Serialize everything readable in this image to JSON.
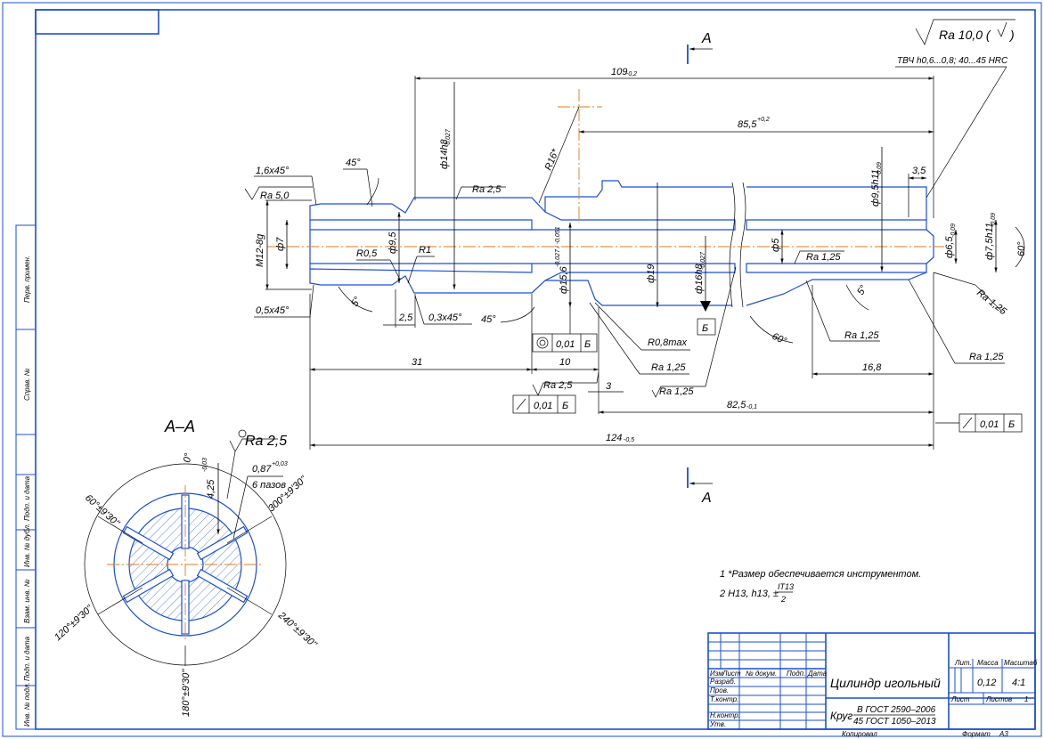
{
  "roughness": {
    "general": "Ra 10,0 (",
    "general_tail": ")"
  },
  "section_markers": {
    "top": "А",
    "bottom": "А",
    "section_title": "А–А"
  },
  "heat_treatment": "ТВЧ h0,6...0,8; 40...45 HRC",
  "dims": {
    "total_109": "109",
    "total_109_tol": "-0,2",
    "d855": "85,5",
    "d855_tol": "+0,2",
    "chamfer_16": "1,6х45°",
    "angle_45_top": "45°",
    "ra50": "Ra 5,0",
    "ra25_top": "Ra 2,5",
    "phi14": "ф14h8",
    "phi14_tol": "-0,027",
    "r16": "R16*",
    "phi95h11": "ф9,5h11",
    "phi95h11_tol": "-0,09",
    "d35": "3,5",
    "m12": "M12-8g",
    "phi7": "ф7",
    "phi95": "ф9,5",
    "r05": "R0,5",
    "r1": "R1",
    "phi5": "ф5",
    "ra125_a": "Ra 1,25",
    "phi65": "ф6,5",
    "phi65_tol": "-0,09",
    "phi75": "ф7,5h11",
    "phi75_tol": "-0,09",
    "angle_60_right": "60°",
    "ra125_b": "Ra 1,25",
    "angle_5_left": "5°",
    "chamfer_05": "0,5х45°",
    "d25": "2,5",
    "chamfer_03": "0,3х45°",
    "angle_45_bot": "45°",
    "phi154": "ф15,6",
    "phi154_tol": "-0,027 / -0,051",
    "phi19": "ф19",
    "phi16": "ф16h8",
    "phi16_tol": "-0,027",
    "angle_5_right": "5°",
    "tol_box1_val": "0,01",
    "tol_box1_base": "Б",
    "base_b": "Б",
    "r08": "R0,8max",
    "ra125_c": "Ra 1,25",
    "angle_60_bot": "60°",
    "ra125_d": "Ra 1,25",
    "ra125_e": "Ra 1,25",
    "d31": "31",
    "d10": "10",
    "ra25_mid": "Ra 2,5",
    "d3": "3",
    "ra125_f": "Ra 1,25",
    "d168": "16,8",
    "tol_box2_val": "0,01",
    "tol_box2_base": "Б",
    "d825": "82,5",
    "d825_tol": "-0,1",
    "tol_box3_val": "0,01",
    "tol_box3_base": "Б",
    "d124": "124",
    "d124_tol": "-0,5"
  },
  "section": {
    "ra25": "Ra 2,5",
    "angle0": "0°",
    "dim425": "4,25",
    "dim425_tol": "-0,03",
    "dim087": "0,87",
    "dim087_tol": "+0,03",
    "slots": "6 пазов",
    "a60": "60°±9'30''",
    "a300": "300°±9'30''",
    "a120": "120°±9'30''",
    "a240": "240°±9'30''",
    "a180": "180°±9'30''"
  },
  "notes": {
    "n1": "1  *Размер обеспечивается инструментом.",
    "n2_prefix": "2  H13, h13, ±",
    "n2_num": "IT13",
    "n2_den": "2"
  },
  "title_block": {
    "name": "Цилиндр игольный",
    "material_prefix": "Круг",
    "material_line1": "В ГОСТ 2590–2006",
    "material_line2": "45 ГОСТ 1050–2013",
    "col_izm": "Изм",
    "col_list": "Лист",
    "col_doc": "№ докум.",
    "col_sign": "Подп.",
    "col_date": "Дата",
    "row_razrab": "Разраб.",
    "row_prov": "Пров.",
    "row_tkontr": "Т.контр.",
    "row_nkontr": "Н.контр.",
    "row_utv": "Утв.",
    "lit": "Лит.",
    "mass": "Масса",
    "scale": "Масштаб",
    "mass_val": "0,12",
    "scale_val": "4:1",
    "sheet": "Лист",
    "sheets": "Листов",
    "sheets_val": "1",
    "copied": "Копировал",
    "format": "Формат",
    "format_val": "А3"
  },
  "side_stamp": {
    "perv": "Перв. примен.",
    "sprav": "Справ. №",
    "podp1": "Подп. и дата",
    "inv_dubl": "Инв. № дубл.",
    "vzam": "Взам. инв. №",
    "podp2": "Подп. и дата",
    "inv_podl": "Инв. № подл."
  }
}
